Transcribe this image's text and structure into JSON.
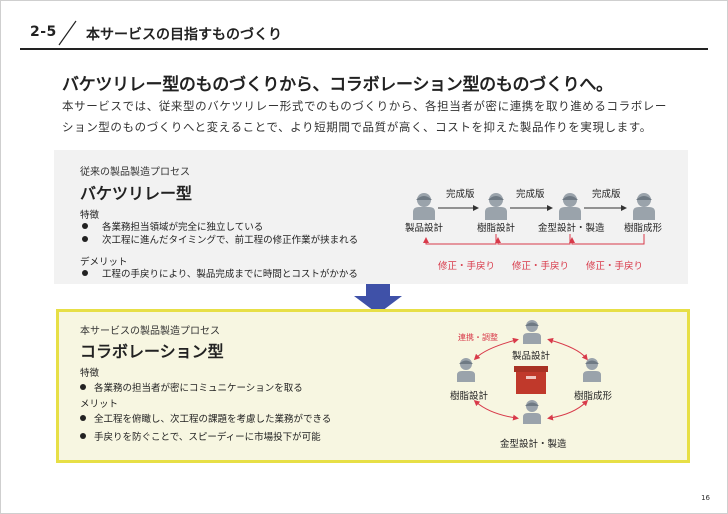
{
  "header": {
    "section_number": "2-5",
    "title": "本サービスの目指すものづくり"
  },
  "headline": "バケツリレー型のものづくりから、コラボレーション型のものづくりへ。",
  "lead": [
    "本サービスでは、従来型のバケツリレー形式でのものづくりから、各担当者が密に連携を取り進めるコラボレー",
    "ション型のものづくりへと変えることで、より短期間で品質が高く、コストを抑えた製品作りを実現します。"
  ],
  "traditional": {
    "caption": "従来の製品製造プロセス",
    "title": "バケツリレー型",
    "features_heading": "特徴",
    "features": [
      "各業務担当領域が完全に独立している",
      "次工程に進んだタイミングで、前工程の修正作業が挟まれる"
    ],
    "demerits_heading": "デメリット",
    "demerits": [
      "工程の手戻りにより、製品完成までに時間とコストがかかる"
    ],
    "steps": [
      "製品設計",
      "樹脂設計",
      "金型設計・製造",
      "樹脂成形"
    ],
    "forward_label": "完成版",
    "back_label": "修正・手戻り"
  },
  "collaboration": {
    "caption": "本サービスの製品製造プロセス",
    "title": "コラボレーション型",
    "features_heading": "特徴",
    "features": [
      "各業務の担当者が密にコミュニケーションを取る"
    ],
    "merits_heading": "メリット",
    "merits": [
      "全工程を俯瞰し、次工程の課題を考慮した業務ができる",
      "手戻りを防ぐことで、スピーディーに市場投下が可能"
    ],
    "link_label": "連携・調整",
    "nodes": [
      "製品設計",
      "樹脂設計",
      "樹脂成形",
      "金型設計・製造"
    ]
  },
  "colors": {
    "accent_red": "#d83a4a",
    "arrow_blue": "#3f51a8",
    "highlight_yellow": "#e7df46",
    "person_gray": "#9aa3ab"
  },
  "page_number": "16"
}
